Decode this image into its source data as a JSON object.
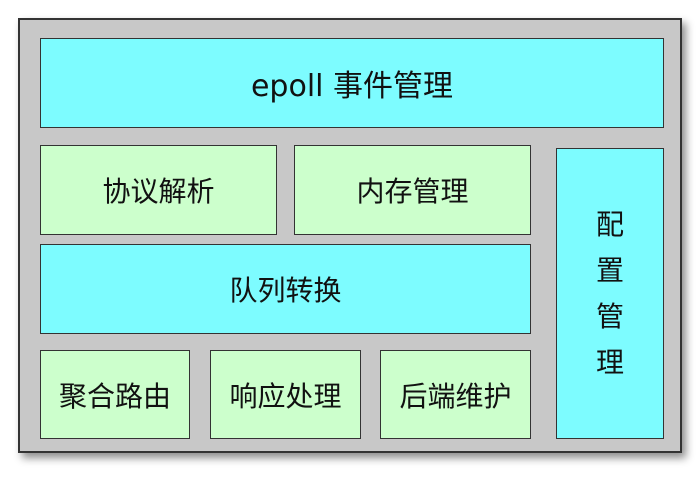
{
  "modules": {
    "epoll": {
      "label": "epoll 事件管理",
      "color": "#7dfcff"
    },
    "protocol": {
      "label": "协议解析",
      "color": "#ccffcc"
    },
    "memory": {
      "label": "内存管理",
      "color": "#ccffcc"
    },
    "queue": {
      "label": "队列转换",
      "color": "#7dfcff"
    },
    "aggregate_routing": {
      "label": "聚合路由",
      "color": "#ccffcc"
    },
    "response": {
      "label": "响应处理",
      "color": "#ccffcc"
    },
    "backend": {
      "label": "后端维护",
      "color": "#ccffcc"
    },
    "config": {
      "chars": [
        "配",
        "置",
        "管",
        "理"
      ],
      "color": "#7dfcff"
    }
  },
  "colors": {
    "frame": "#c8c8c8",
    "border": "#333333"
  }
}
